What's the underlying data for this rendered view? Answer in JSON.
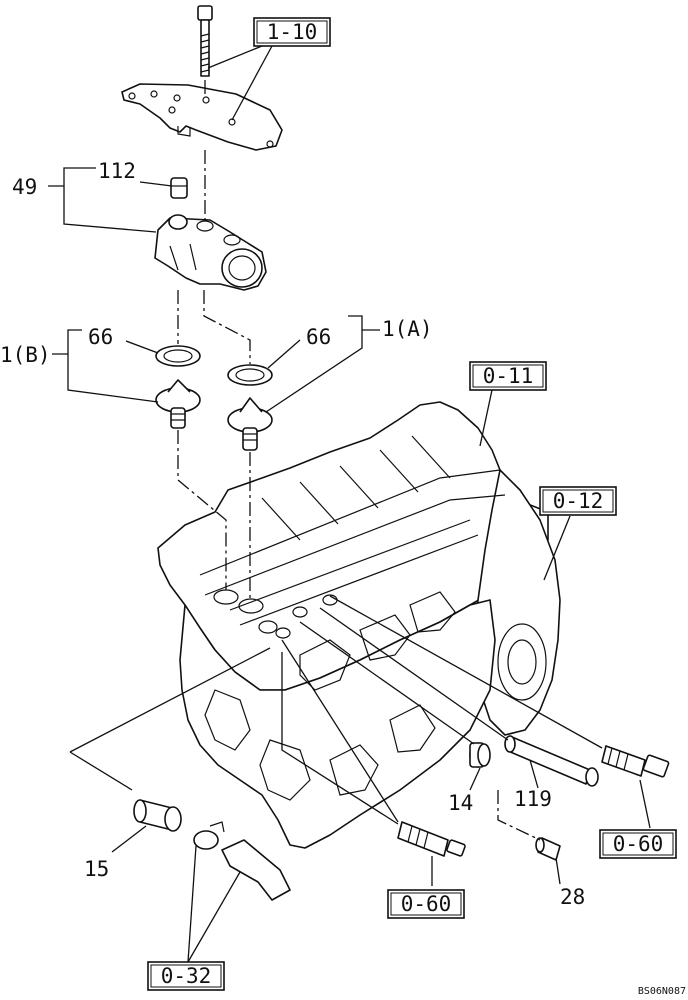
{
  "diagram": {
    "ref_boxes": {
      "r_1_10": "1-10",
      "r_0_11": "0-11",
      "r_0_12": "0-12",
      "r_0_60_right": "0-60",
      "r_0_60_bottom": "0-60",
      "r_0_32": "0-32"
    },
    "part_labels": {
      "p49": "49",
      "p112": "112",
      "p66_left": "66",
      "p66_right": "66",
      "p1b": "1(B)",
      "p1a": "1(A)",
      "p14": "14",
      "p119": "119",
      "p15": "15",
      "p28": "28"
    },
    "footer_code": "BS06N087"
  }
}
